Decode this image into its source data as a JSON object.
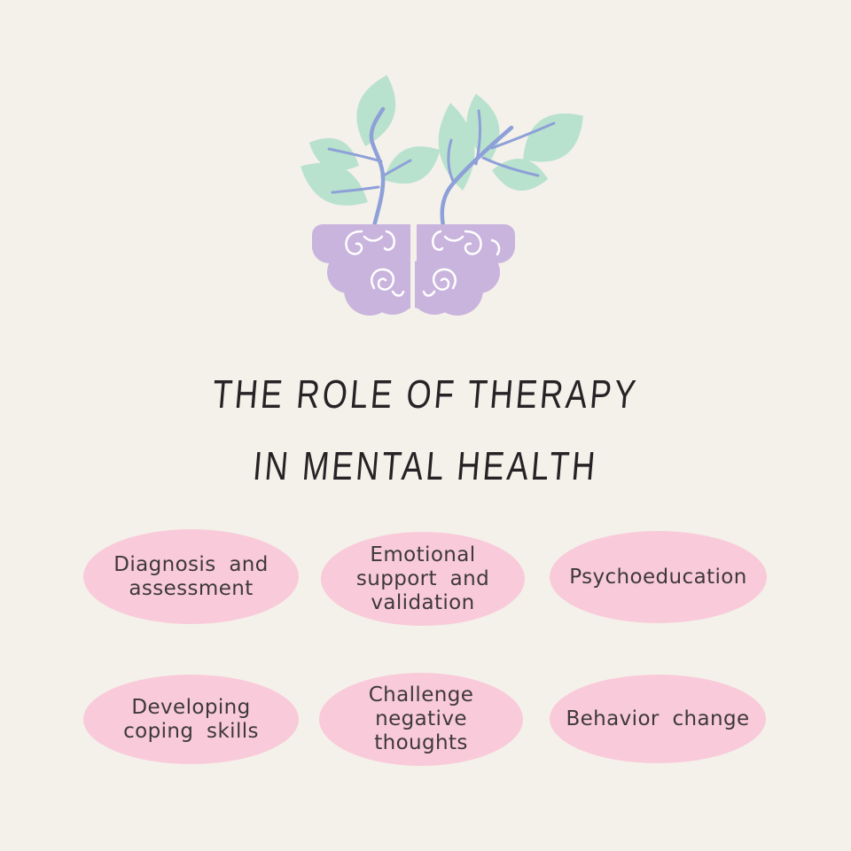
{
  "poster": {
    "title": {
      "line1": "THE ROLE OF THERAPY",
      "line2": "IN MENTAL HEALTH"
    },
    "bubbles": [
      {
        "label": "Diagnosis and\nassessment"
      },
      {
        "label": "Emotional\nsupport and\nvalidation"
      },
      {
        "label": "Psychoeducation"
      },
      {
        "label": "Developing\ncoping skills"
      },
      {
        "label": "Challenge\nnegative\nthoughts"
      },
      {
        "label": "Behavior change"
      }
    ],
    "illustration": {
      "name": "brain-with-growing-plants"
    },
    "colors": {
      "background": "#f4f1ea",
      "bubble-pink": "#f9cbda",
      "bubble-text": "#3e383c",
      "title-text": "#262326",
      "brain-lavender": "#c9b4dd",
      "leaf-mint": "#b9e2ce",
      "stem-periwinkle": "#8da0d8",
      "swirl-white": "#ffffff"
    }
  }
}
